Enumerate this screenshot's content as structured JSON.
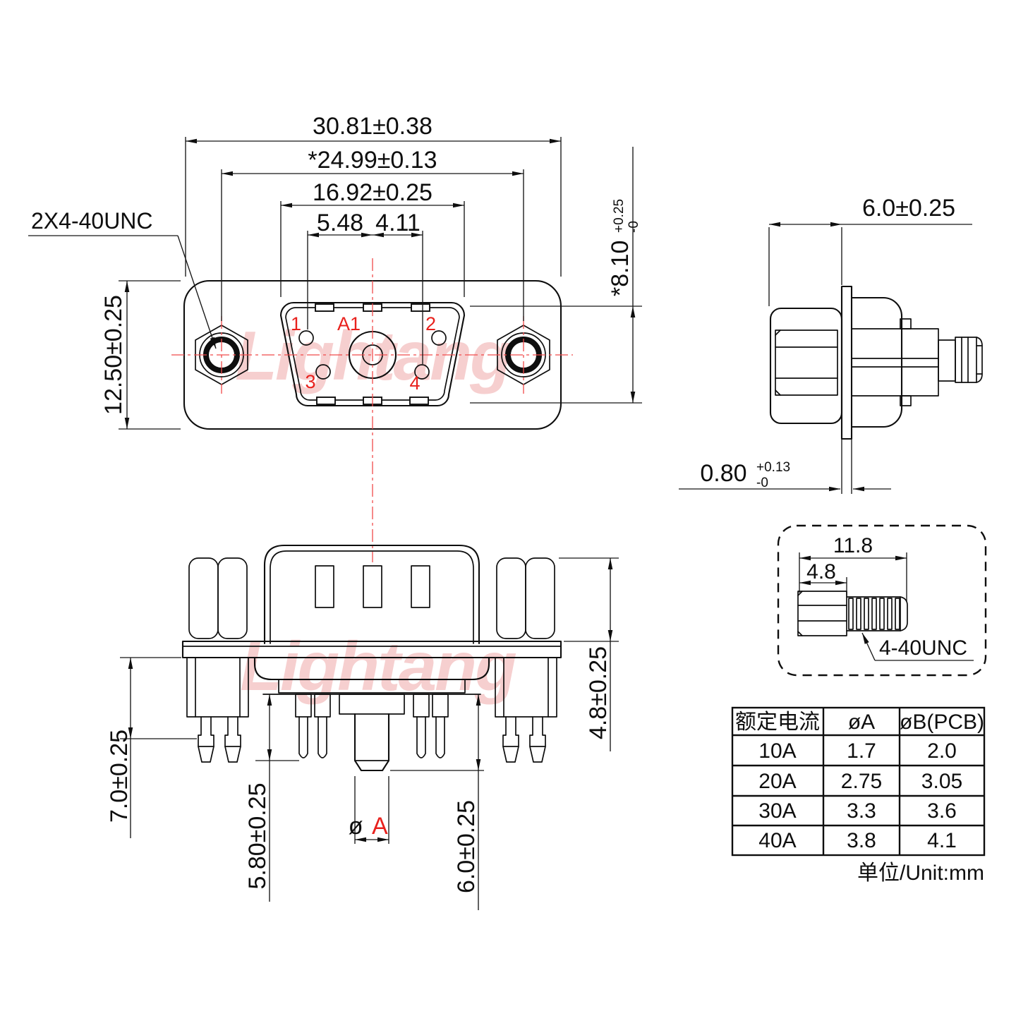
{
  "watermark": {
    "text": "Lightang"
  },
  "front_view": {
    "label_screws": "2X4-40UNC",
    "dim_overall_width": "30.81±0.38",
    "dim_mount_span": "*24.99±0.13",
    "dim_shell_width": "16.92±0.25",
    "dim_pin_left": "5.48",
    "dim_pin_right": "4.11",
    "dim_height": "12.50±0.25",
    "dim_shell_height": {
      "base": "*8.10",
      "tol_plus": "+0.25",
      "tol_minus": "-0"
    },
    "pin_labels": {
      "pin1": "1",
      "pin2": "2",
      "pin3": "3",
      "pin4": "4",
      "coax": "A1"
    }
  },
  "side_view": {
    "dim_depth": "6.0±0.25",
    "dim_flange_thickness": {
      "base": "0.80",
      "tol_plus": "+0.13",
      "tol_minus": "-0"
    }
  },
  "pcb_view": {
    "dim_bracket_length": "7.0±0.25",
    "dim_pin_length": "5.80±0.25",
    "dim_center_pin_length": "6.0±0.25",
    "dim_hex_height": "4.8±0.25",
    "dim_center_pin_dia": {
      "prefix": "ø",
      "symbol": "A"
    }
  },
  "screw_detail": {
    "dim_total_length": "11.8",
    "dim_hex_length": "4.8",
    "label_thread": "4-40UNC"
  },
  "spec_table": {
    "headers": [
      "额定电流",
      "øA",
      "øB(PCB)"
    ],
    "rows": [
      [
        "10A",
        "1.7",
        "2.0"
      ],
      [
        "20A",
        "2.75",
        "3.05"
      ],
      [
        "30A",
        "3.3",
        "3.6"
      ],
      [
        "40A",
        "3.8",
        "4.1"
      ]
    ],
    "unit_note": "单位/Unit:mm"
  },
  "colors": {
    "line": "#0e0e0e",
    "red_label": "#e8211d",
    "centerline": "#f14b4b",
    "watermark": "#ee9c9c"
  }
}
